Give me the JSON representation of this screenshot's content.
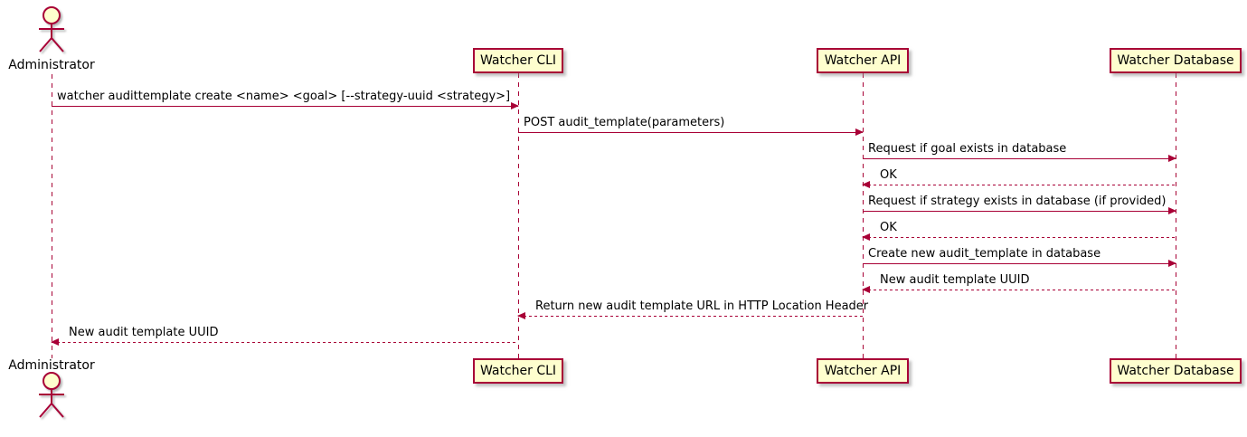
{
  "actor": {
    "label": "Administrator"
  },
  "participants": [
    {
      "label": "Watcher CLI"
    },
    {
      "label": "Watcher API"
    },
    {
      "label": "Watcher Database"
    }
  ],
  "messages": [
    {
      "from": "Administrator",
      "to": "Watcher CLI",
      "style": "solid",
      "text": "watcher audittemplate create <name> <goal> [--strategy-uuid <strategy>]"
    },
    {
      "from": "Watcher CLI",
      "to": "Watcher API",
      "style": "solid",
      "text": "POST audit_template(parameters)"
    },
    {
      "from": "Watcher API",
      "to": "Watcher Database",
      "style": "solid",
      "text": "Request if goal exists in database"
    },
    {
      "from": "Watcher Database",
      "to": "Watcher API",
      "style": "dashed",
      "text": "OK"
    },
    {
      "from": "Watcher API",
      "to": "Watcher Database",
      "style": "solid",
      "text": "Request if strategy exists in database (if provided)"
    },
    {
      "from": "Watcher Database",
      "to": "Watcher API",
      "style": "dashed",
      "text": "OK"
    },
    {
      "from": "Watcher API",
      "to": "Watcher Database",
      "style": "solid",
      "text": "Create new audit_template in database"
    },
    {
      "from": "Watcher Database",
      "to": "Watcher API",
      "style": "dashed",
      "text": "New audit template UUID"
    },
    {
      "from": "Watcher API",
      "to": "Watcher CLI",
      "style": "dashed",
      "text": "Return new audit template URL in HTTP Location Header"
    },
    {
      "from": "Watcher CLI",
      "to": "Administrator",
      "style": "dashed",
      "text": "New audit template UUID"
    }
  ],
  "colors": {
    "participant_fill": "#FEFECE",
    "line": "#A80036",
    "text": "#000000",
    "background": "#FFFFFF"
  }
}
